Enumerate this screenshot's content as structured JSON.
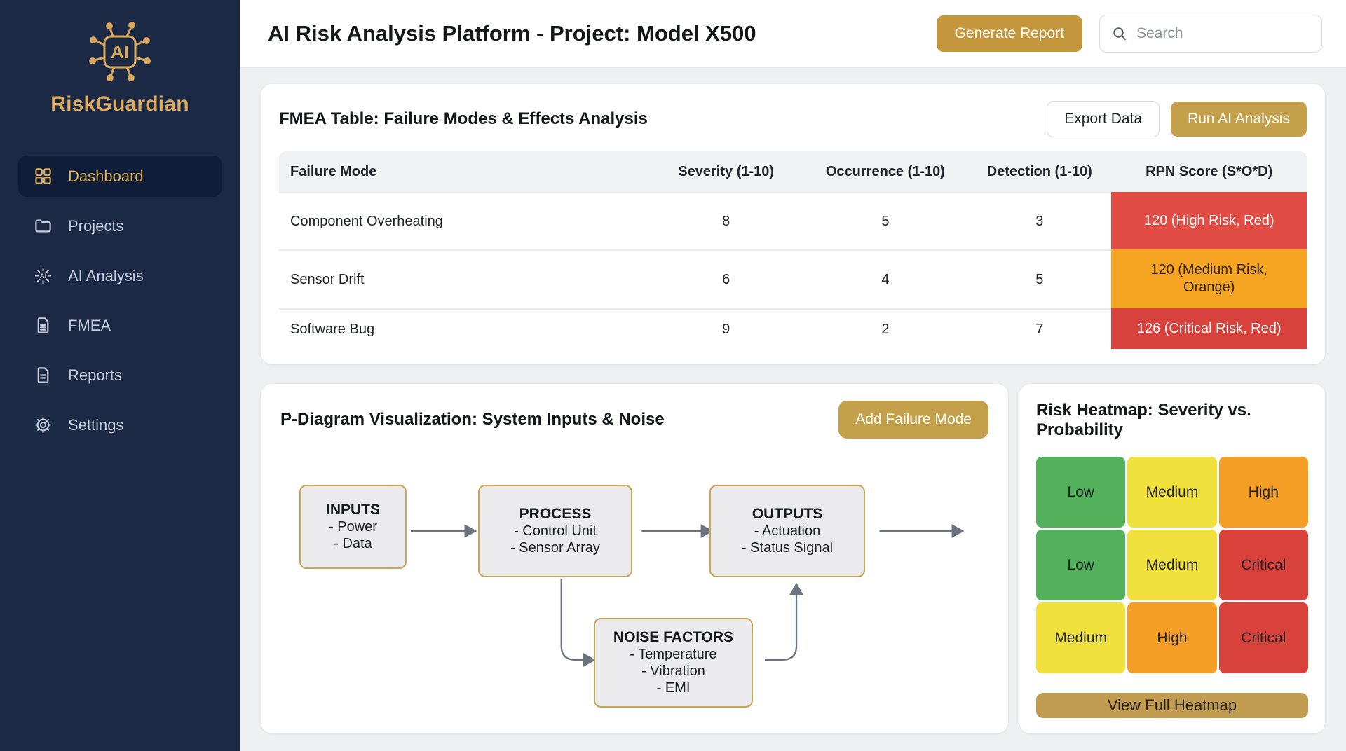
{
  "sidebar": {
    "brand": "RiskGuardian",
    "logo_text": "AI",
    "ai_icon_text": "AI",
    "items": [
      {
        "label": "Dashboard",
        "icon": "dashboard-grid-icon",
        "active": true
      },
      {
        "label": "Projects",
        "icon": "folder-icon",
        "active": false
      },
      {
        "label": "AI Analysis",
        "icon": "ai-sparkle-icon",
        "active": false
      },
      {
        "label": "FMEA",
        "icon": "document-icon",
        "active": false
      },
      {
        "label": "Reports",
        "icon": "document-icon",
        "active": false
      },
      {
        "label": "Settings",
        "icon": "gear-icon",
        "active": false
      }
    ]
  },
  "header": {
    "title": "AI Risk Analysis Platform - Project: Model X500",
    "generate_report_label": "Generate Report",
    "search_placeholder": "Search",
    "search_icon": "magnifier-icon"
  },
  "fmea": {
    "title": "FMEA Table: Failure Modes & Effects Analysis",
    "export_label": "Export Data",
    "run_ai_label": "Run AI Analysis",
    "columns": [
      "Failure Mode",
      "Severity (1-10)",
      "Occurrence (1-10)",
      "Detection (1-10)",
      "RPN Score (S*O*D)"
    ],
    "rows": [
      {
        "failure_mode": "Component Overheating",
        "severity": "8",
        "occurrence": "5",
        "detection": "3",
        "rpn": "120 (High Risk, Red)",
        "rpn_bg": "#e14c44",
        "rpn_fg": "#ffffff"
      },
      {
        "failure_mode": "Sensor Drift",
        "severity": "6",
        "occurrence": "4",
        "detection": "5",
        "rpn": "120 (Medium Risk, Orange)",
        "rpn_bg": "#f5a522",
        "rpn_fg": "#342510"
      },
      {
        "failure_mode": "Software Bug",
        "severity": "9",
        "occurrence": "2",
        "detection": "7",
        "rpn": "126 (Critical Risk, Red)",
        "rpn_bg": "#d8423c",
        "rpn_fg": "#ffffff"
      }
    ]
  },
  "pdiagram": {
    "title": "P-Diagram Visualization: System Inputs & Noise",
    "add_failure_label": "Add Failure Mode",
    "nodes": {
      "inputs": {
        "title": "INPUTS",
        "items": [
          "- Power",
          "- Data"
        ]
      },
      "process": {
        "title": "PROCESS",
        "items": [
          "- Control Unit",
          "- Sensor Array"
        ]
      },
      "outputs": {
        "title": "OUTPUTS",
        "items": [
          "- Actuation",
          "- Status Signal"
        ]
      },
      "noise": {
        "title": "NOISE FACTORS",
        "items": [
          "- Temperature",
          "- Vibration",
          "- EMI"
        ]
      }
    }
  },
  "heatmap": {
    "title": "Risk Heatmap: Severity vs. Probability",
    "view_full_label": "View Full Heatmap",
    "cells": [
      {
        "label": "Low",
        "color": "#53b15c"
      },
      {
        "label": "Medium",
        "color": "#f1e13d"
      },
      {
        "label": "High",
        "color": "#f59e26"
      },
      {
        "label": "Low",
        "color": "#53b15c"
      },
      {
        "label": "Medium",
        "color": "#f1e13d"
      },
      {
        "label": "Critical",
        "color": "#d9423b"
      },
      {
        "label": "Medium",
        "color": "#f1e13d"
      },
      {
        "label": "High",
        "color": "#f59e26"
      },
      {
        "label": "Critical",
        "color": "#d9423b"
      }
    ]
  },
  "colors": {
    "sidebar_bg": "#1c2945",
    "accent_gold": "#c5973d",
    "brand_gold": "#ddaa5e",
    "risk_red": "#e14c44",
    "risk_orange": "#f5a522",
    "risk_green": "#53b15c",
    "risk_yellow": "#f1e13d"
  }
}
